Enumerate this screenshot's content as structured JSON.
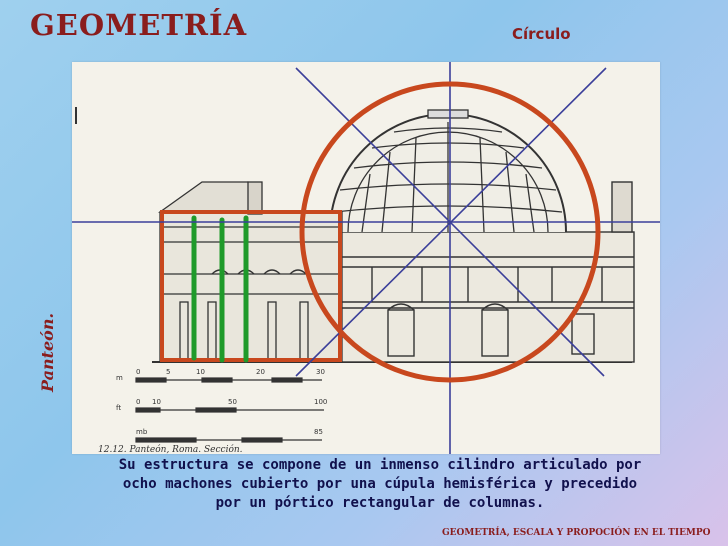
{
  "title": "GEOMETRÍA",
  "shape_label": "Círculo",
  "side_label": "Panteón.",
  "figure": {
    "caption": "12.12. Panteón, Roma. Sección.",
    "scales": [
      {
        "unit": "m",
        "ticks": [
          "0",
          "5",
          "10",
          "20",
          "30"
        ]
      },
      {
        "unit": "ft",
        "ticks": [
          "0",
          "10",
          "50",
          "100"
        ]
      },
      {
        "unit": "mb",
        "ticks": [
          "85"
        ]
      }
    ]
  },
  "description": [
    "Su estructura se compone de un inmenso cilindro articulado por",
    "ocho machones cubierto por una cúpula hemisférica y precedido",
    "por un pórtico rectangular de columnas."
  ],
  "footer": "GEOMETRÍA, ESCALA Y PROPOCIÓN EN EL TIEMPO",
  "colors": {
    "title": "#8a1d1d",
    "overlay_circle": "#c8481e",
    "overlay_lines": "#3b3f9a",
    "column_lines": "#1f9a2a",
    "caption_text": "#11114d"
  }
}
